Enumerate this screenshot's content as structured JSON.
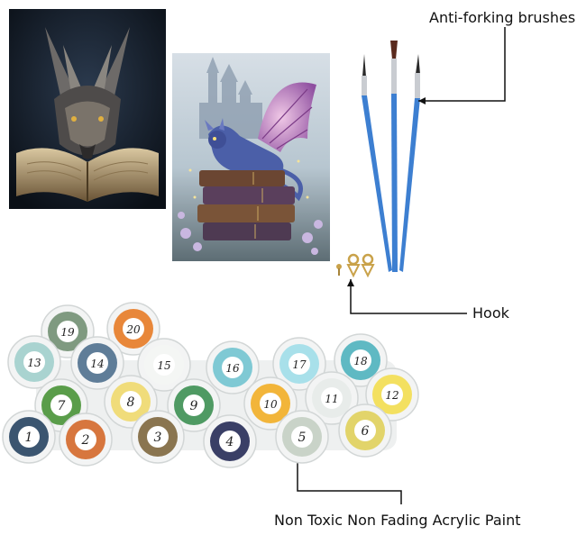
{
  "labels": {
    "brushes": "Anti-forking brushes",
    "hook": "Hook",
    "paint": "Non Toxic Non Fading Acrylic Paint"
  },
  "paint_pots": [
    {
      "number": "1",
      "color": "#3b5570"
    },
    {
      "number": "2",
      "color": "#d7763e"
    },
    {
      "number": "3",
      "color": "#8a7550"
    },
    {
      "number": "4",
      "color": "#3a3f66"
    },
    {
      "number": "5",
      "color": "#c9d3c8"
    },
    {
      "number": "6",
      "color": "#e2d46a"
    },
    {
      "number": "7",
      "color": "#5a9d4a"
    },
    {
      "number": "8",
      "color": "#f0dc7a"
    },
    {
      "number": "9",
      "color": "#4f9a63"
    },
    {
      "number": "10",
      "color": "#f2b53a"
    },
    {
      "number": "11",
      "color": "#e8ecea"
    },
    {
      "number": "12",
      "color": "#f3e060"
    },
    {
      "number": "13",
      "color": "#a9d3d0"
    },
    {
      "number": "14",
      "color": "#5f7d98"
    },
    {
      "number": "15",
      "color": "#f4f6f4"
    },
    {
      "number": "16",
      "color": "#7fc9d4"
    },
    {
      "number": "17",
      "color": "#a8e0ea"
    },
    {
      "number": "18",
      "color": "#5fb9c3"
    },
    {
      "number": "19",
      "color": "#7f9a80"
    },
    {
      "number": "20",
      "color": "#e8873a"
    }
  ],
  "colors": {
    "brush_handle": "#3d7fd1",
    "brush_ferrule": "#c9ccd1",
    "hook_metal": "#c9a24a"
  }
}
